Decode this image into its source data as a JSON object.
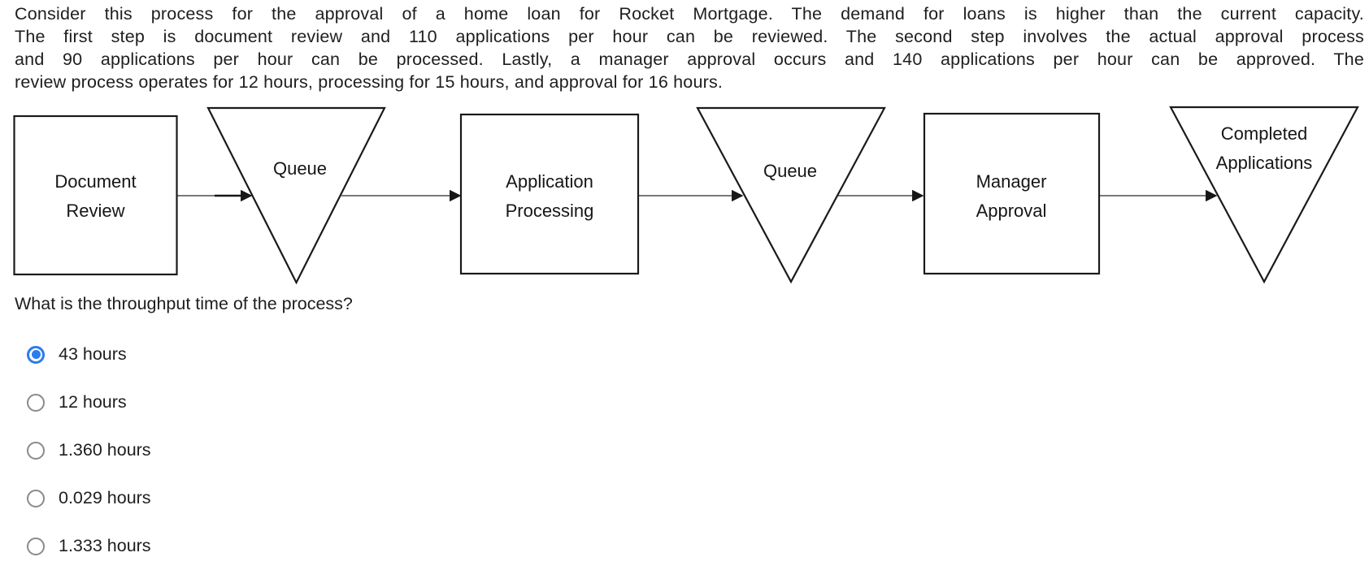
{
  "problem": {
    "lines": [
      "Consider this process for the approval of a home loan for Rocket Mortgage. The demand for loans is higher than the current capacity.",
      "The first step is document review and 110 applications per hour can be reviewed. The second step involves the actual approval process",
      "and 90 applications per hour can be processed. Lastly, a manager approval occurs and 140 applications per hour can be approved. The",
      "review process operates for 12 hours, processing for 15 hours, and approval for 16 hours."
    ]
  },
  "diagram": {
    "nodes": [
      {
        "type": "process",
        "line1": "Document",
        "line2": "Review"
      },
      {
        "type": "queue",
        "label": "Queue"
      },
      {
        "type": "process",
        "line1": "Application",
        "line2": "Processing"
      },
      {
        "type": "queue",
        "label": "Queue"
      },
      {
        "type": "process",
        "line1": "Manager",
        "line2": "Approval"
      },
      {
        "type": "queue",
        "line1": "Completed",
        "line2": "Applications"
      }
    ]
  },
  "question": {
    "text": "What is the throughput time of the process?"
  },
  "options": [
    {
      "label": "43 hours",
      "selected": true
    },
    {
      "label": "12 hours",
      "selected": false
    },
    {
      "label": "1.360 hours",
      "selected": false
    },
    {
      "label": "0.029 hours",
      "selected": false
    },
    {
      "label": "1.333 hours",
      "selected": false
    }
  ],
  "colors": {
    "accent_blue": "#2b7cee",
    "radio_gray": "#8a8a8a",
    "text": "#1e1e1e",
    "shape_stroke": "#1a1a1a",
    "connector_gray": "#4f4f4f"
  }
}
